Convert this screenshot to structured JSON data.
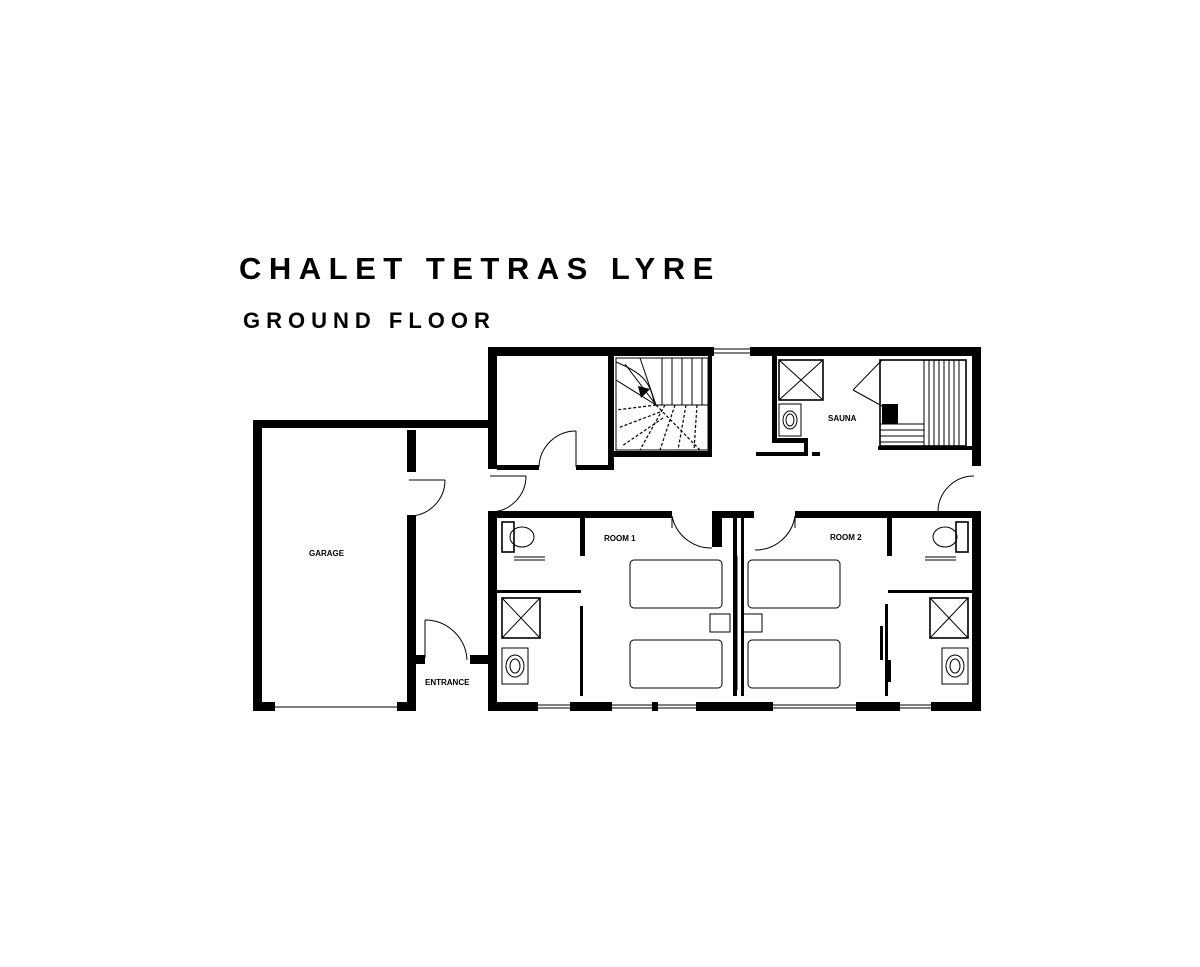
{
  "header": {
    "title": "CHALET TETRAS LYRE",
    "subtitle": "GROUND FLOOR"
  },
  "rooms": {
    "garage": "GARAGE",
    "entrance": "ENTRANCE",
    "sauna": "SAUNA",
    "room1": "ROOM 1",
    "room2": "ROOM 2"
  },
  "colors": {
    "wall": "#000000",
    "background": "#ffffff",
    "fixture": "#000000"
  }
}
